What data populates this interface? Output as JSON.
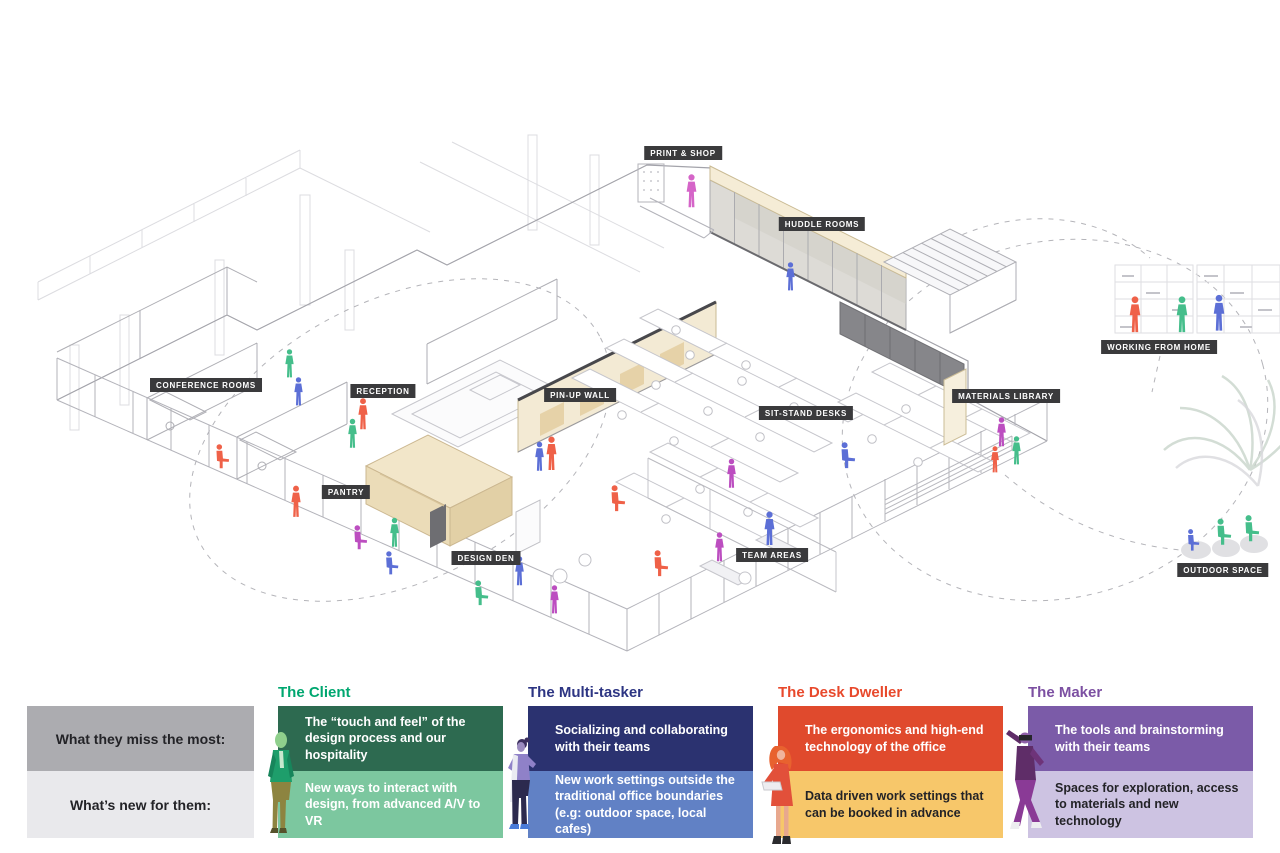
{
  "diagram": {
    "area_labels": [
      "PRINT & SHOP",
      "HUDDLE ROOMS",
      "CONFERENCE ROOMS",
      "RECEPTION",
      "PIN-UP WALL",
      "SIT-STAND DESKS",
      "MATERIALS LIBRARY",
      "WORKING FROM HOME",
      "PANTRY",
      "DESIGN DEN",
      "TEAM AREAS",
      "OUTDOOR SPACE"
    ],
    "figure_palette": {
      "green": "#45be8b",
      "orange": "#ef6148",
      "blue": "#5c6fd6",
      "magenta": "#bc4ec0",
      "pink": "#d565c8"
    },
    "accent_fills": {
      "label_chip": "#3a3a3c",
      "wood_tan": "#f2e9d2",
      "wall_dark": "#48484c"
    }
  },
  "table": {
    "row_labels": [
      "What they miss the most:",
      "What’s new for them:"
    ],
    "personas": [
      {
        "name": "The Client",
        "accent": "#00a770",
        "miss": "The “touch and feel” of the design process and our hospitality",
        "new": "New ways to interact with design, from advanced A/V to VR"
      },
      {
        "name": "The Multi-tasker",
        "accent": "#2d3583",
        "miss": "Socializing and collaborating with their teams",
        "new": "New work settings outside the traditional office boundaries (e.g: outdoor space, local cafes)"
      },
      {
        "name": "The Desk Dweller",
        "accent": "#e8492c",
        "miss": "The ergonomics and high-end technology of the office",
        "new": "Data driven work settings that can be booked in advance"
      },
      {
        "name": "The Maker",
        "accent": "#7c50a2",
        "miss": "The tools and brainstorming with their teams",
        "new": "Spaces for exploration, access to materials and new technology"
      }
    ]
  }
}
